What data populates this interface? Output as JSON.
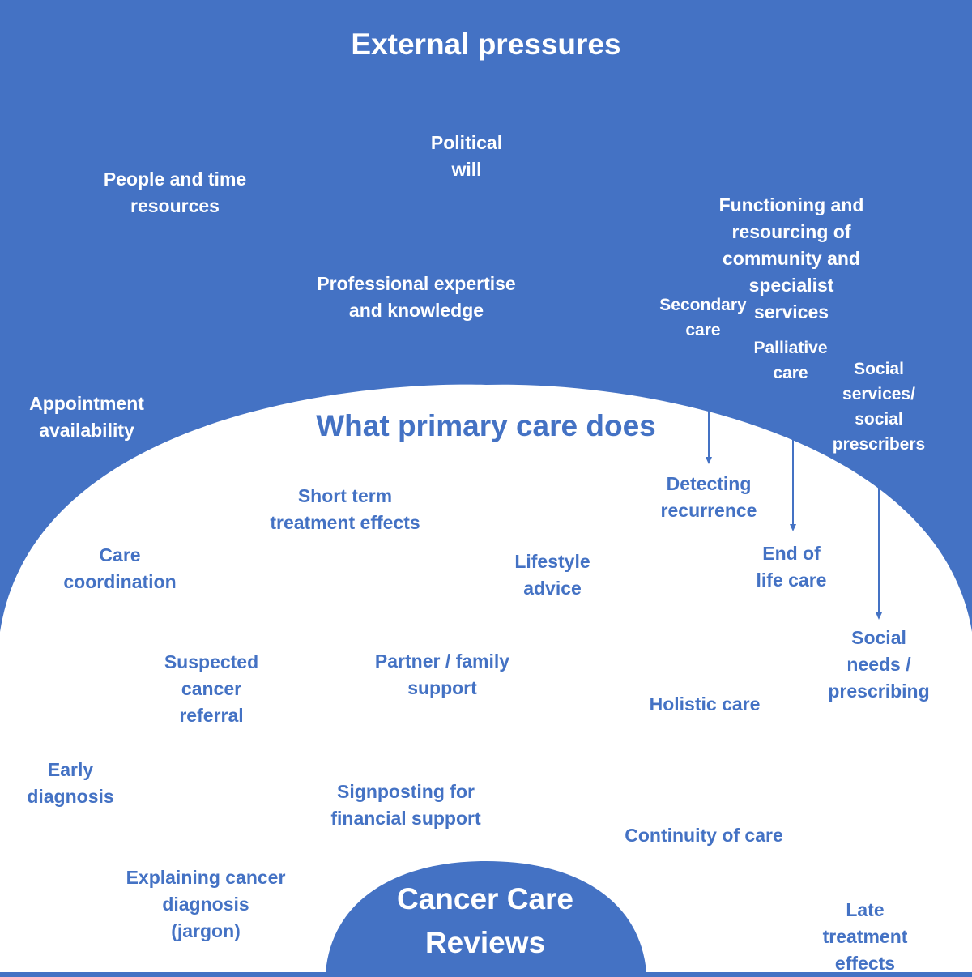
{
  "colors": {
    "outer_background": "#4472C4",
    "inner_region": "#FFFFFF",
    "core_region": "#4472C4",
    "arrow": "#4472C4"
  },
  "external_pressures": {
    "title": "External pressures",
    "political_will": "Political\nwill",
    "people_time": "People and time\nresources",
    "functioning": "Functioning and resourcing of\ncommunity and specialist\nservices",
    "professional_expertise": "Professional expertise\nand knowledge",
    "secondary_care": "Secondary\ncare",
    "palliative_care": "Palliative\ncare",
    "social_services": "Social\nservices/\nsocial\nprescribers",
    "appointment_availability": "Appointment\navailability"
  },
  "primary_care": {
    "title": "What primary care does",
    "short_term": "Short term\ntreatment effects",
    "detecting_recurrence": "Detecting\nrecurrence",
    "care_coordination": "Care\ncoordination",
    "lifestyle_advice": "Lifestyle\nadvice",
    "end_of_life": "End of\nlife care",
    "social_needs": "Social needs /\nprescribing",
    "suspected_referral": "Suspected\ncancer\nreferral",
    "partner_family": "Partner / family\nsupport",
    "holistic_care": "Holistic care",
    "early_diagnosis": "Early\ndiagnosis",
    "signposting": "Signposting for\nfinancial support",
    "continuity": "Continuity of care",
    "explaining": "Explaining cancer\ndiagnosis\n(jargon)",
    "late_effects": "Late\ntreatment effects"
  },
  "core": {
    "title": "Cancer Care\nReviews"
  }
}
